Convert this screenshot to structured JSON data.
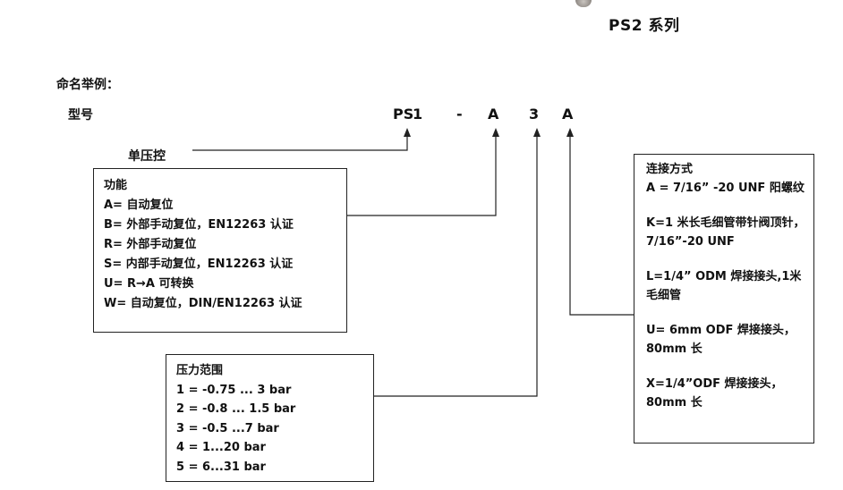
{
  "title": "PS2 系列",
  "naming_heading": "命名举例：",
  "model_label": "型号",
  "code": {
    "prefix": "PS",
    "digit": "1",
    "dash": "-",
    "function": "A",
    "pressure": "3",
    "connection": "A"
  },
  "single_control_label": "单压控",
  "function_box": {
    "title": "功能",
    "items": [
      "A= 自动复位",
      "B= 外部手动复位，EN12263 认证",
      "R= 外部手动复位",
      "S= 内部手动复位，EN12263 认证",
      "U= R→A 可转换",
      "W= 自动复位，DIN/EN12263 认证"
    ]
  },
  "pressure_box": {
    "title": "压力范围",
    "items": [
      "1 = -0.75 ... 3 bar",
      "2 = -0.8 ... 1.5 bar",
      "3 = -0.5 ...7 bar",
      "4 = 1...20 bar",
      "5 = 6...31 bar"
    ]
  },
  "connection_box": {
    "title": "连接方式",
    "items": [
      "A = 7/16” -20 UNF 阳螺纹",
      "K=1 米长毛细管带针阀顶针，7/16”-20 UNF",
      "L=1/4” ODM 焊接接头,1米毛细管",
      "U= 6mm ODF 焊接接头，80mm 长",
      "X=1/4”ODF 焊接接头，80mm 长"
    ]
  }
}
